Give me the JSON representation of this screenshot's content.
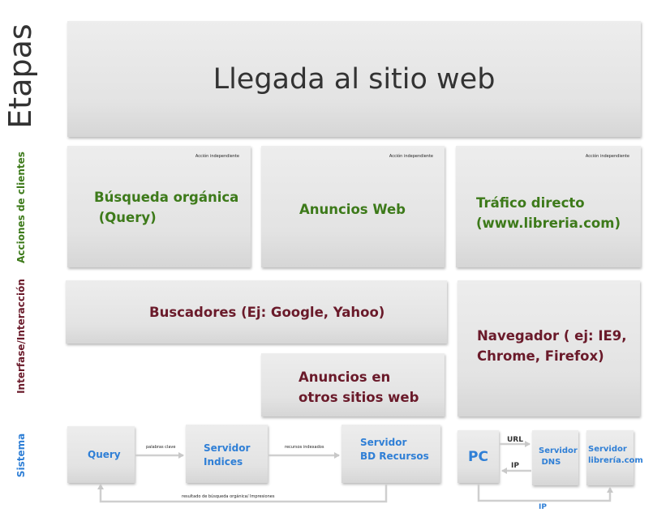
{
  "rows": {
    "etapas": "Etapas",
    "acciones": "Acciones de clientes",
    "interfase": "Interfase/Interacción",
    "sistema": "Sistema"
  },
  "stage": {
    "title": "Llegada al sitio web"
  },
  "acciones": [
    {
      "note": "Acción independiente",
      "label": "Búsqueda orgánica\n (Query)"
    },
    {
      "note": "Acción independiente",
      "label": "Anuncios Web"
    },
    {
      "note": "Acción independiente",
      "label": "Tráfico directo\n(www.libreria.com)"
    }
  ],
  "interfase": {
    "buscadores": "Buscadores (Ej: Google, Yahoo)",
    "anuncios": "Anuncios en\notros sitios web",
    "navegador": "Navegador ( ej: IE9,\nChrome, Firefox)"
  },
  "sistema": {
    "query": "Query",
    "servidor_indices": "Servidor\nIndices",
    "servidor_recursos": "Servidor\nBD Recursos",
    "pc": "PC",
    "servidor_dns": "Servidor\n DNS",
    "servidor_libreria": "Servidor\nlibrería.com",
    "edge_palabras": "palabras clave",
    "edge_recursos": "recursos indexados",
    "edge_resultado": "resultado de búsqueda orgánica/ Impresiones",
    "edge_url": "URL",
    "edge_ip_back": "IP",
    "edge_ip_bottom": "IP"
  }
}
